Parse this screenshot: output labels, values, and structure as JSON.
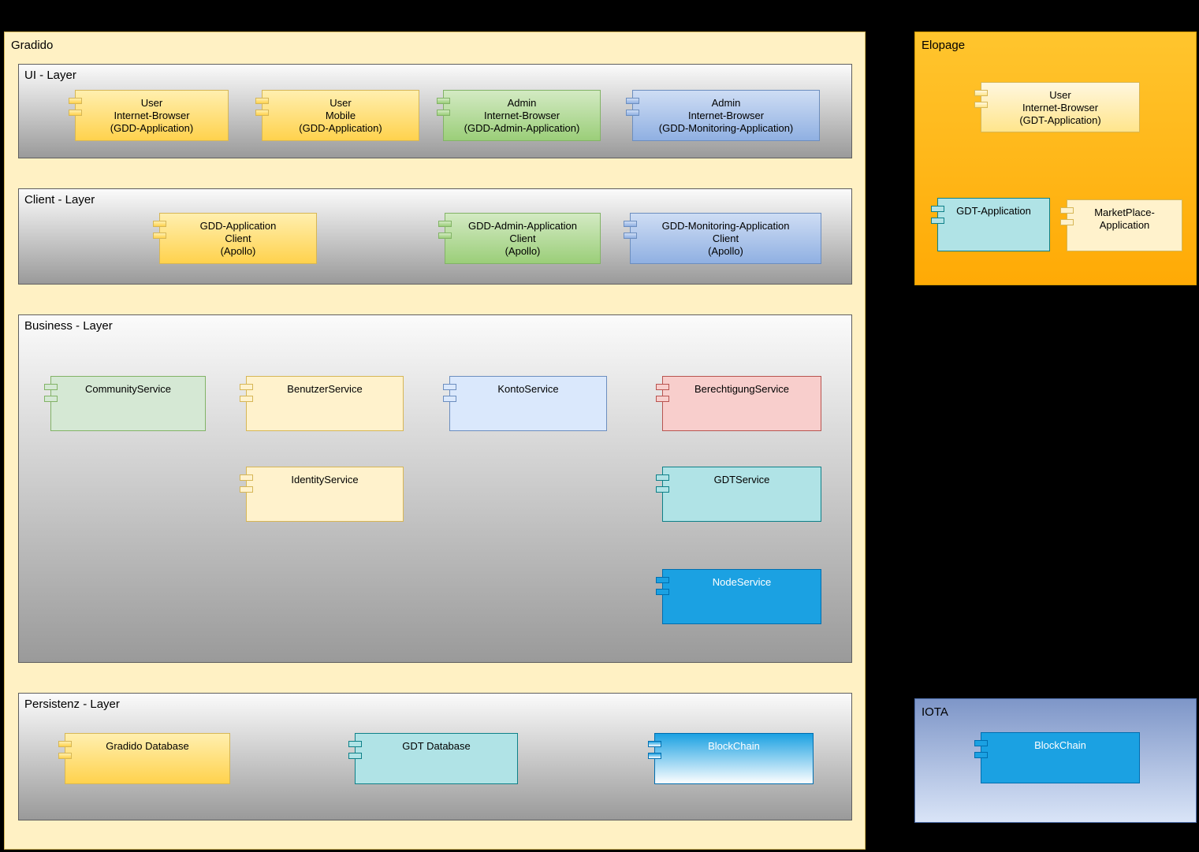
{
  "gradido": {
    "label": "Gradido",
    "color": "#FFF1C4",
    "ui_layer": {
      "label": "UI - Layer",
      "components": [
        {
          "label": "User\nInternet-Browser\n(GDD-Application)",
          "color": "#FFD966"
        },
        {
          "label": "User\nMobile\n(GDD-Application)",
          "color": "#FFD966"
        },
        {
          "label": "Admin\nInternet-Browser\n(GDD-Admin-Application)",
          "color": "#97D077"
        },
        {
          "label": "Admin\nInternet-Browser\n(GDD-Monitoring-Application)",
          "color": "#7EA6E0"
        }
      ]
    },
    "client_layer": {
      "label": "Client - Layer",
      "components": [
        {
          "label": "GDD-Application\nClient\n(Apollo)",
          "color": "#FFD966"
        },
        {
          "label": "GDD-Admin-Application\nClient\n(Apollo)",
          "color": "#97D077"
        },
        {
          "label": "GDD-Monitoring-Application\nClient\n(Apollo)",
          "color": "#7EA6E0"
        }
      ]
    },
    "business_layer": {
      "label": "Business - Layer",
      "components": [
        {
          "label": "CommunityService",
          "color": "#D5E8D4"
        },
        {
          "label": "BenutzerService",
          "color": "#FFF2CC"
        },
        {
          "label": "KontoService",
          "color": "#DAE8FC"
        },
        {
          "label": "BerechtigungService",
          "color": "#F8CECC"
        },
        {
          "label": "IdentityService",
          "color": "#FFF2CC"
        },
        {
          "label": "GDTService",
          "color": "#B0E3E6"
        },
        {
          "label": "NodeService",
          "color": "#1BA1E2"
        }
      ]
    },
    "persistenz_layer": {
      "label": "Persistenz - Layer",
      "components": [
        {
          "label": "Gradido Database",
          "color": "#FFD966"
        },
        {
          "label": "GDT Database",
          "color": "#B0E3E6"
        },
        {
          "label": "BlockChain",
          "color": "#1BA1E2"
        }
      ]
    }
  },
  "elopage": {
    "label": "Elopage",
    "color": "#FFB612",
    "components": [
      {
        "label": "User\nInternet-Browser\n(GDT-Application)",
        "color": "#FFF2CC"
      },
      {
        "label": "GDT-Application",
        "color": "#B0E3E6"
      },
      {
        "label": "MarketPlace-\nApplication",
        "color": "#FFF2CC"
      }
    ]
  },
  "iota": {
    "label": "IOTA",
    "color": "#7E96C8",
    "components": [
      {
        "label": "BlockChain",
        "color": "#1BA1E2"
      }
    ]
  }
}
